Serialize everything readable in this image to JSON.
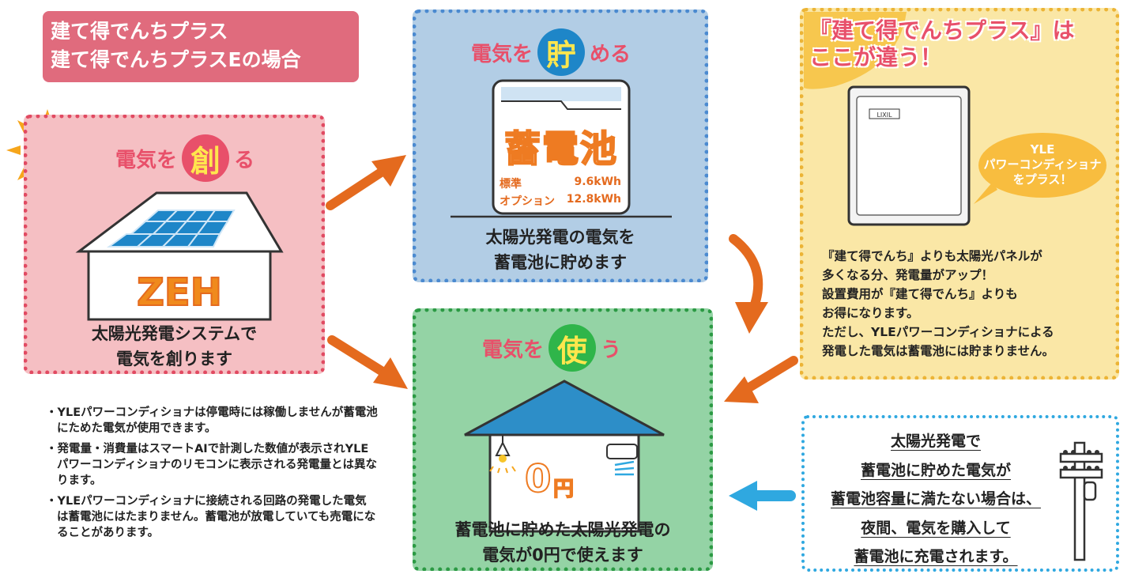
{
  "title": {
    "line1": "建て得でんちプラス",
    "line2": "建て得でんちプラスEの場合"
  },
  "create": {
    "heading_prefix": "電気を",
    "heading_char": "創",
    "heading_suffix": "る",
    "house_label": "ZEH",
    "caption_line1": "太陽光発電システムで",
    "caption_line2": "電気を創ります"
  },
  "store": {
    "heading_prefix": "電気を",
    "heading_char": "貯",
    "heading_suffix": "める",
    "battery_label": "蓄電池",
    "spec_standard_label": "標準",
    "spec_standard_value": "9.6kWh",
    "spec_option_label": "オプション",
    "spec_option_value": "12.8kWh",
    "caption_line1": "太陽光発電の電気を",
    "caption_line2": "蓄電池に貯めます"
  },
  "use": {
    "heading_prefix": "電気を",
    "heading_char": "使",
    "heading_suffix": "う",
    "price_number": "0",
    "price_unit": "円",
    "caption_line1": "蓄電池に貯めた太陽光発電の",
    "caption_line2": "電気が0円で使えます"
  },
  "diff": {
    "title_line1": "『建て得でんちプラス』は",
    "title_line2": "ここが違う！",
    "device_brand": "LIXIL",
    "bubble_line1": "YLE",
    "bubble_line2": "パワーコンディショナ",
    "bubble_line3": "をプラス！",
    "text_lines": [
      "『建て得でんち』よりも太陽光パネルが",
      "多くなる分、発電量がアップ！",
      "設置費用が『建て得でんち』よりも",
      "お得になります。",
      "ただし、YLEパワーコンディショナによる",
      "発電した電気は蓄電池には貯まりません。"
    ]
  },
  "night": {
    "lines": [
      "太陽光発電で",
      "蓄電池に貯めた電気が",
      "蓄電池容量に満たない場合は、",
      "夜間、電気を購入して",
      "蓄電池に充電されます。"
    ]
  },
  "notes": [
    "・YLEパワーコンディショナは停電時には稼働しませんが蓄電池にためた電気が使用できます。",
    "・発電量・消費量はスマートAIで計測した数値が表示されYLEパワーコンディショナのリモコンに表示される発電量とは異なります。",
    "・YLEパワーコンディショナに接続される回路の発電した電気は蓄電池にはたまりません。蓄電池が放電していても売電になることがあります。"
  ],
  "colors": {
    "create_bg": "#f5bfc3",
    "store_bg": "#b2cde5",
    "use_bg": "#94d3a5",
    "diff_bg": "#fae7a6",
    "arrow_orange": "#e46a1e",
    "arrow_blue": "#2fa8e0",
    "accent_pink": "#e8506a"
  }
}
